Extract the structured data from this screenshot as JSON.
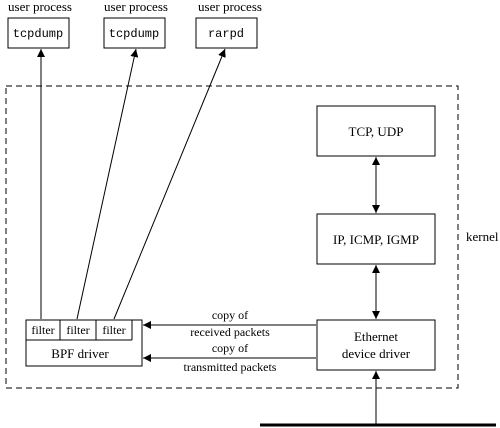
{
  "user_processes": [
    {
      "caption": "user process",
      "name": "tcpdump"
    },
    {
      "caption": "user process",
      "name": "tcpdump"
    },
    {
      "caption": "user process",
      "name": "rarpd"
    }
  ],
  "kernel_label": "kernel",
  "layers": {
    "transport": "TCP, UDP",
    "network": "IP, ICMP, IGMP",
    "driver_line1": "Ethernet",
    "driver_line2": "device driver"
  },
  "bpf": {
    "filters": [
      "filter",
      "filter",
      "filter"
    ],
    "label": "BPF driver"
  },
  "paths": {
    "received_line1": "copy of",
    "received_line2": "received packets",
    "transmitted_line1": "copy of",
    "transmitted_line2": "transmitted packets"
  }
}
